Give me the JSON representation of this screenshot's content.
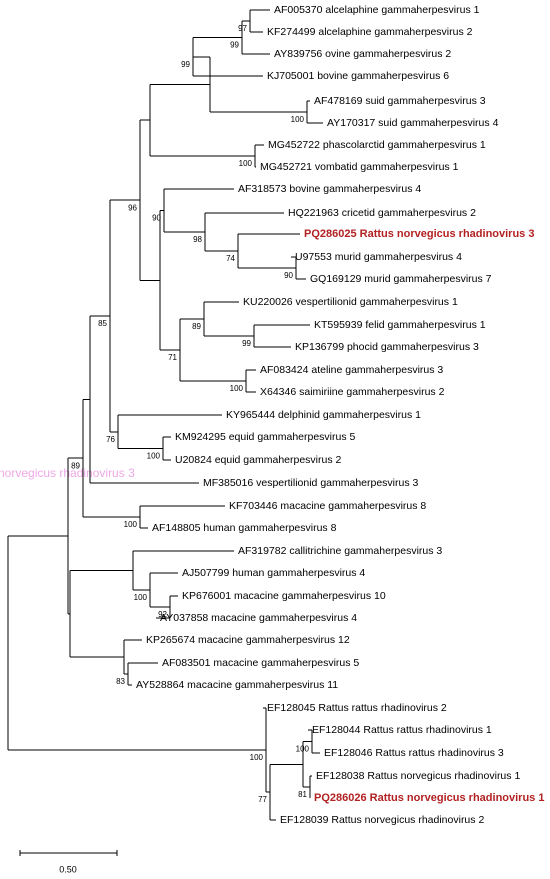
{
  "taxa": [
    {
      "id": "t1",
      "label": "AF005370 alcelaphine gammaherpesvirus 1"
    },
    {
      "id": "t2",
      "label": "KF274499 alcelaphine gammaherpesvirus 2"
    },
    {
      "id": "t3",
      "label": "AY839756 ovine gammaherpesvirus 2"
    },
    {
      "id": "t4",
      "label": "KJ705001 bovine gammaherpesvirus 6"
    },
    {
      "id": "t5",
      "label": "AF478169 suid gammaherpesvirus 3"
    },
    {
      "id": "t6",
      "label": "AY170317 suid gammaherpesvirus 4"
    },
    {
      "id": "t7",
      "label": "MG452722 phascolarctid gammaherpesvirus 1"
    },
    {
      "id": "t8",
      "label": "MG452721 vombatid gammaherpesvirus 1"
    },
    {
      "id": "t9",
      "label": "AF318573 bovine gammaherpesvirus 4"
    },
    {
      "id": "t10",
      "label": "HQ221963 cricetid gammaherpesvirus 2"
    },
    {
      "id": "t11",
      "label": "PQ286025 Rattus norvegicus rhadinovirus 3",
      "highlight": true
    },
    {
      "id": "t12",
      "label": "U97553 murid gammaherpesvirus 4"
    },
    {
      "id": "t13",
      "label": "GQ169129 murid gammaherpesvirus 7"
    },
    {
      "id": "t14",
      "label": "KU220026 vespertilionid gammaherpesvirus 1"
    },
    {
      "id": "t15",
      "label": "KT595939 felid gammaherpesvirus 1"
    },
    {
      "id": "t16",
      "label": "KP136799 phocid gammaherpesvirus 3"
    },
    {
      "id": "t17",
      "label": "AF083424 ateline gammaherpesvirus 3"
    },
    {
      "id": "t18",
      "label": "X64346 saimiriine gammaherpesvirus 2"
    },
    {
      "id": "t19",
      "label": "KY965444 delphinid gammaherpesvirus 1"
    },
    {
      "id": "t20",
      "label": "KM924295 equid gammaherpesvirus 5"
    },
    {
      "id": "t21",
      "label": "U20824 equid gammaherpesvirus 2"
    },
    {
      "id": "t22",
      "label": "MF385016 vespertilionid gammaherpesvirus 3"
    },
    {
      "id": "t23",
      "label": "KF703446 macacine gammaherpesvirus 8"
    },
    {
      "id": "t24",
      "label": "AF148805 human gammaherpesvirus 8"
    },
    {
      "id": "t25",
      "label": "AF319782 callitrichine gammaherpesvirus 3"
    },
    {
      "id": "t26",
      "label": "AJ507799 human gammaherpesvirus 4"
    },
    {
      "id": "t27",
      "label": "KP676001 macacine gammaherpesvirus 10"
    },
    {
      "id": "t28",
      "label": "AY037858 macacine gammaherpesvirus 4"
    },
    {
      "id": "t29",
      "label": "KP265674 macacine gammaherpesvirus 12"
    },
    {
      "id": "t30",
      "label": "AF083501 macacine gammaherpesvirus 5"
    },
    {
      "id": "t31",
      "label": "AY528864 macacine gammaherpesvirus 11"
    },
    {
      "id": "t32",
      "label": "EF128045 Rattus rattus rhadinovirus 2"
    },
    {
      "id": "t33",
      "label": "EF128044 Rattus rattus rhadinovirus 1"
    },
    {
      "id": "t34",
      "label": "EF128046 Rattus rattus rhadinovirus 3"
    },
    {
      "id": "t35",
      "label": "EF128038 Rattus norvegicus rhadinovirus 1"
    },
    {
      "id": "t36",
      "label": "PQ286026 Rattus norvegicus rhadinovirus 1",
      "highlight": true
    },
    {
      "id": "t37",
      "label": "EF128039 Rattus norvegicus rhadinovirus 2"
    }
  ],
  "bootstrap": {
    "n_alcel": "97",
    "n_alcel_ovine": "99",
    "n_alcel_bov6": "99",
    "n_suid": "100",
    "n_marsup": "100",
    "n_ratt_murid": "98",
    "n_murid": "74",
    "n_murid47": "90",
    "n_bov4_group": "90",
    "n_big": "96",
    "n_felid_phocid": "99",
    "n_vesp_group": "89",
    "n_new_world": "100",
    "n_ves_new_world": "71",
    "n_equid": "100",
    "n_delph_equid": "76",
    "n_rhadino": "85",
    "n_kshv": "100",
    "n_root_gamma": "89",
    "n_macac10": "92",
    "n_lcv": "100",
    "n_macac_rh": "83",
    "n_rat_rr1": "100",
    "n_rat_all": "100",
    "n_rat_nr1": "81",
    "n_rat_sub": "77"
  },
  "scale_bar": {
    "label": "0.50"
  },
  "background_ghost_text": "norvegicus rhadinovirus 3",
  "colors": {
    "line": "#000000",
    "label": "#000000",
    "highlight": "#b22222",
    "ghost": "#e060d0"
  }
}
